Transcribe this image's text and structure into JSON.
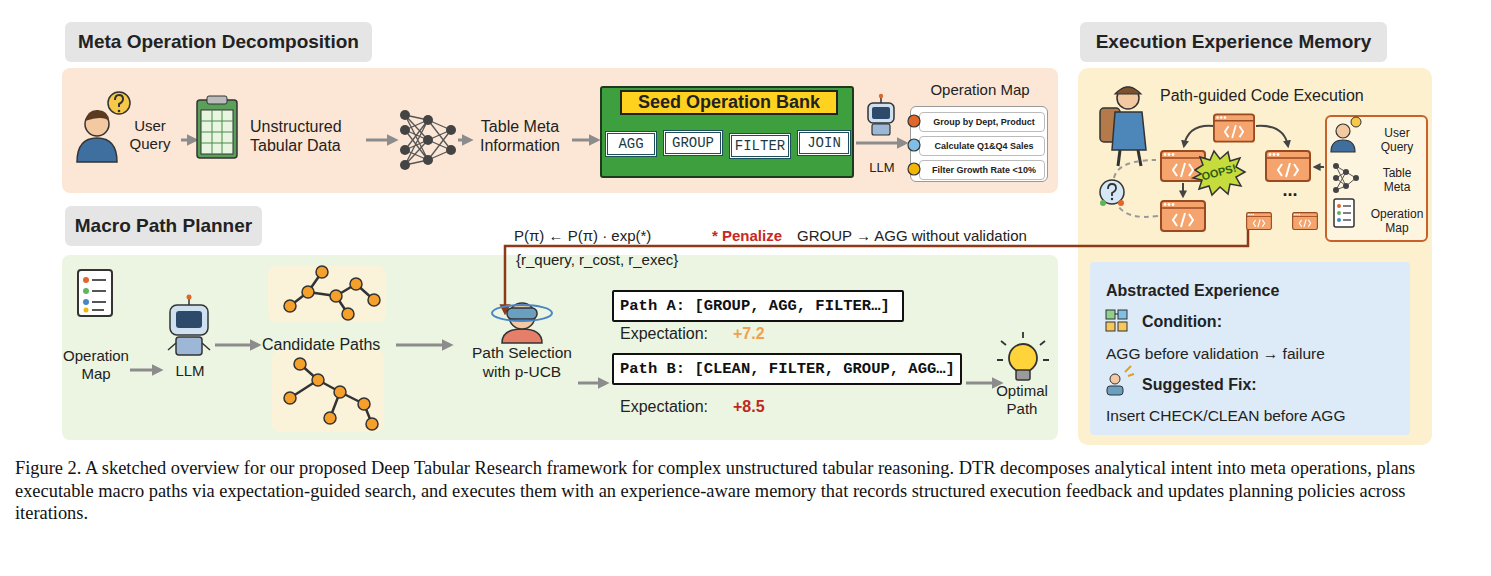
{
  "diagram": {
    "caption": "Figure 2. A sketched overview for our proposed Deep Tabular Research framework for complex unstructured tabular reasoning. DTR decomposes analytical intent into meta operations, plans executable macro paths via expectation-guided search, and executes them with an experience-aware memory that records structured execution feedback and updates planning policies across iterations.",
    "nodes": [
      {
        "text": [
          "Meta Operation Decomposition"
        ]
      },
      {
        "text": [
          "Seed Operation Bank"
        ],
        "in": 0
      },
      {
        "text": [
          "AGG"
        ],
        "in": 1
      },
      {
        "text": [
          "GROUP"
        ],
        "in": 1
      },
      {
        "text": [
          "FILTER"
        ],
        "in": 1
      },
      {
        "text": [
          "JOIN"
        ],
        "in": 1
      },
      {
        "text": [
          "Operation Map"
        ],
        "in": 0
      },
      {
        "text": [
          "Group by Dept, Product"
        ],
        "in": 6
      },
      {
        "text": [
          "Calculate Q1&Q4 Sales"
        ],
        "in": 6
      },
      {
        "text": [
          "Filter Growth Rate <10%"
        ],
        "in": 6
      },
      {
        "text": [
          "Macro Path Planner"
        ]
      },
      {
        "text": [
          "Path A: [GROUP, AGG, FILTER…]"
        ],
        "in": 10
      },
      {
        "text": [
          "Path B: [CLEAN, FILTER, GROUP, AGG…]"
        ],
        "in": 10
      },
      {
        "text": [
          "Execution Experience Memory"
        ]
      },
      {
        "text": [
          "User Query",
          "Table Meta",
          "Operation Map"
        ],
        "in": 13
      },
      {
        "text": [
          "Abstracted Experience",
          "Condition:",
          "AGG before validation → failure",
          "Suggested Fix:",
          "Insert CHECK/CLEAN before AGG"
        ],
        "in": 13
      }
    ],
    "labels": [
      "User Query",
      "Unstructured Tabular Data",
      "Table Meta Information",
      "LLM",
      "P(π) ← P(π) · exp(*)",
      "* Penalize",
      "GROUP → AGG without validation",
      "{r_query, r_cost, r_exec}",
      "Operation Map",
      "LLM",
      "Candidate Paths",
      "Path Selection with p-UCB",
      "Expectation:",
      "+7.2",
      "Expectation:",
      "+8.5",
      "Optimal Path",
      "Path-guided Code Execution",
      "OOPS!",
      "..."
    ]
  }
}
